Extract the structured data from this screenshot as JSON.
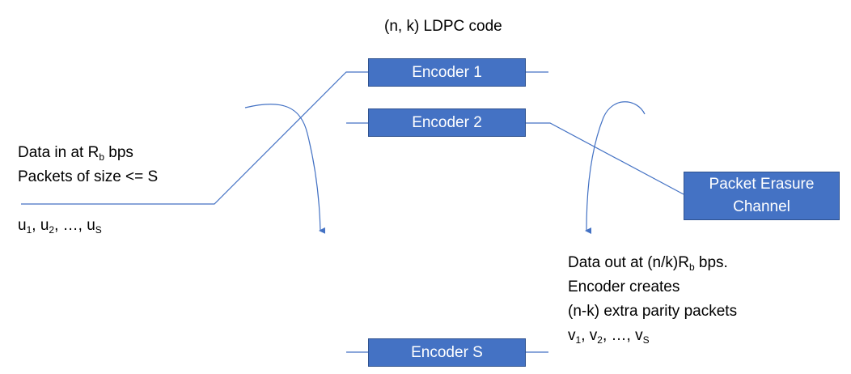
{
  "title": "(n, k) LDPC code",
  "encoders": [
    {
      "label": "Encoder 1"
    },
    {
      "label": "Encoder 2"
    },
    {
      "label": "Encoder S"
    }
  ],
  "channel": {
    "line1": "Packet Erasure",
    "line2": "Channel"
  },
  "input": {
    "line1_prefix": "Data in at R",
    "line1_sub": "b",
    "line1_suffix": " bps",
    "line2": "Packets of size <= S",
    "symbols": [
      {
        "base": "u",
        "sub": "1",
        "sep": ", "
      },
      {
        "base": "u",
        "sub": "2",
        "sep": ", …, "
      },
      {
        "base": "u",
        "sub": "S",
        "sep": ""
      }
    ]
  },
  "output": {
    "line1_prefix": "Data out at (n/k)R",
    "line1_sub": "b",
    "line1_suffix": " bps.",
    "line2": "Encoder creates",
    "line3": "(n-k) extra parity packets",
    "symbols": [
      {
        "base": "v",
        "sub": "1",
        "sep": ", "
      },
      {
        "base": "v",
        "sub": "2",
        "sep": ", …, "
      },
      {
        "base": "v",
        "sub": "S",
        "sep": ""
      }
    ]
  },
  "colors": {
    "box_fill": "#4472c4",
    "box_border": "#2f528f",
    "line": "#4472c4",
    "text": "#000000"
  }
}
